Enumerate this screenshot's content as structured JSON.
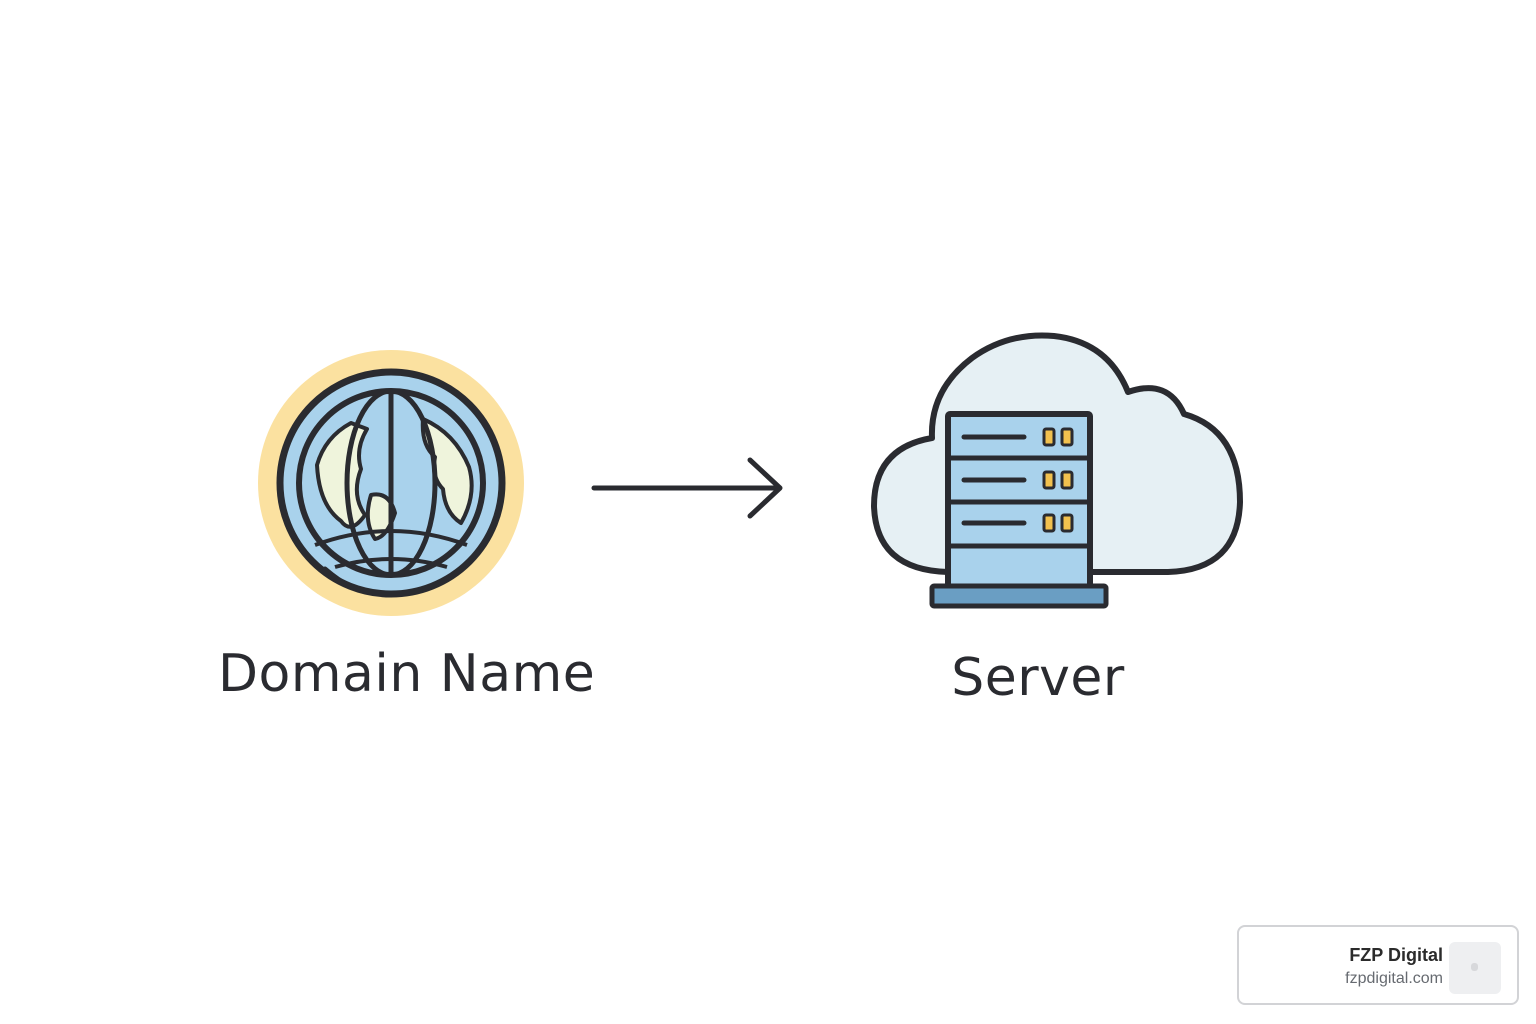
{
  "diagram": {
    "nodes": [
      {
        "id": "domain",
        "label": "Domain Name",
        "icon": "globe-icon"
      },
      {
        "id": "server",
        "label": "Server",
        "icon": "cloud-server-icon"
      }
    ],
    "edges": [
      {
        "from": "domain",
        "to": "server",
        "style": "arrow"
      }
    ]
  },
  "branding": {
    "name": "FZP Digital",
    "url": "fzpdigital.com"
  },
  "colors": {
    "outline": "#2a2b30",
    "globe_ring": "#fbe1a0",
    "globe_ocean": "#a9d2ec",
    "globe_land": "#eff4dc",
    "cloud_fill": "#e6f0f4",
    "server_fill": "#a9d2ec",
    "server_base": "#6a9ec3",
    "server_lights": "#f2c14e"
  }
}
